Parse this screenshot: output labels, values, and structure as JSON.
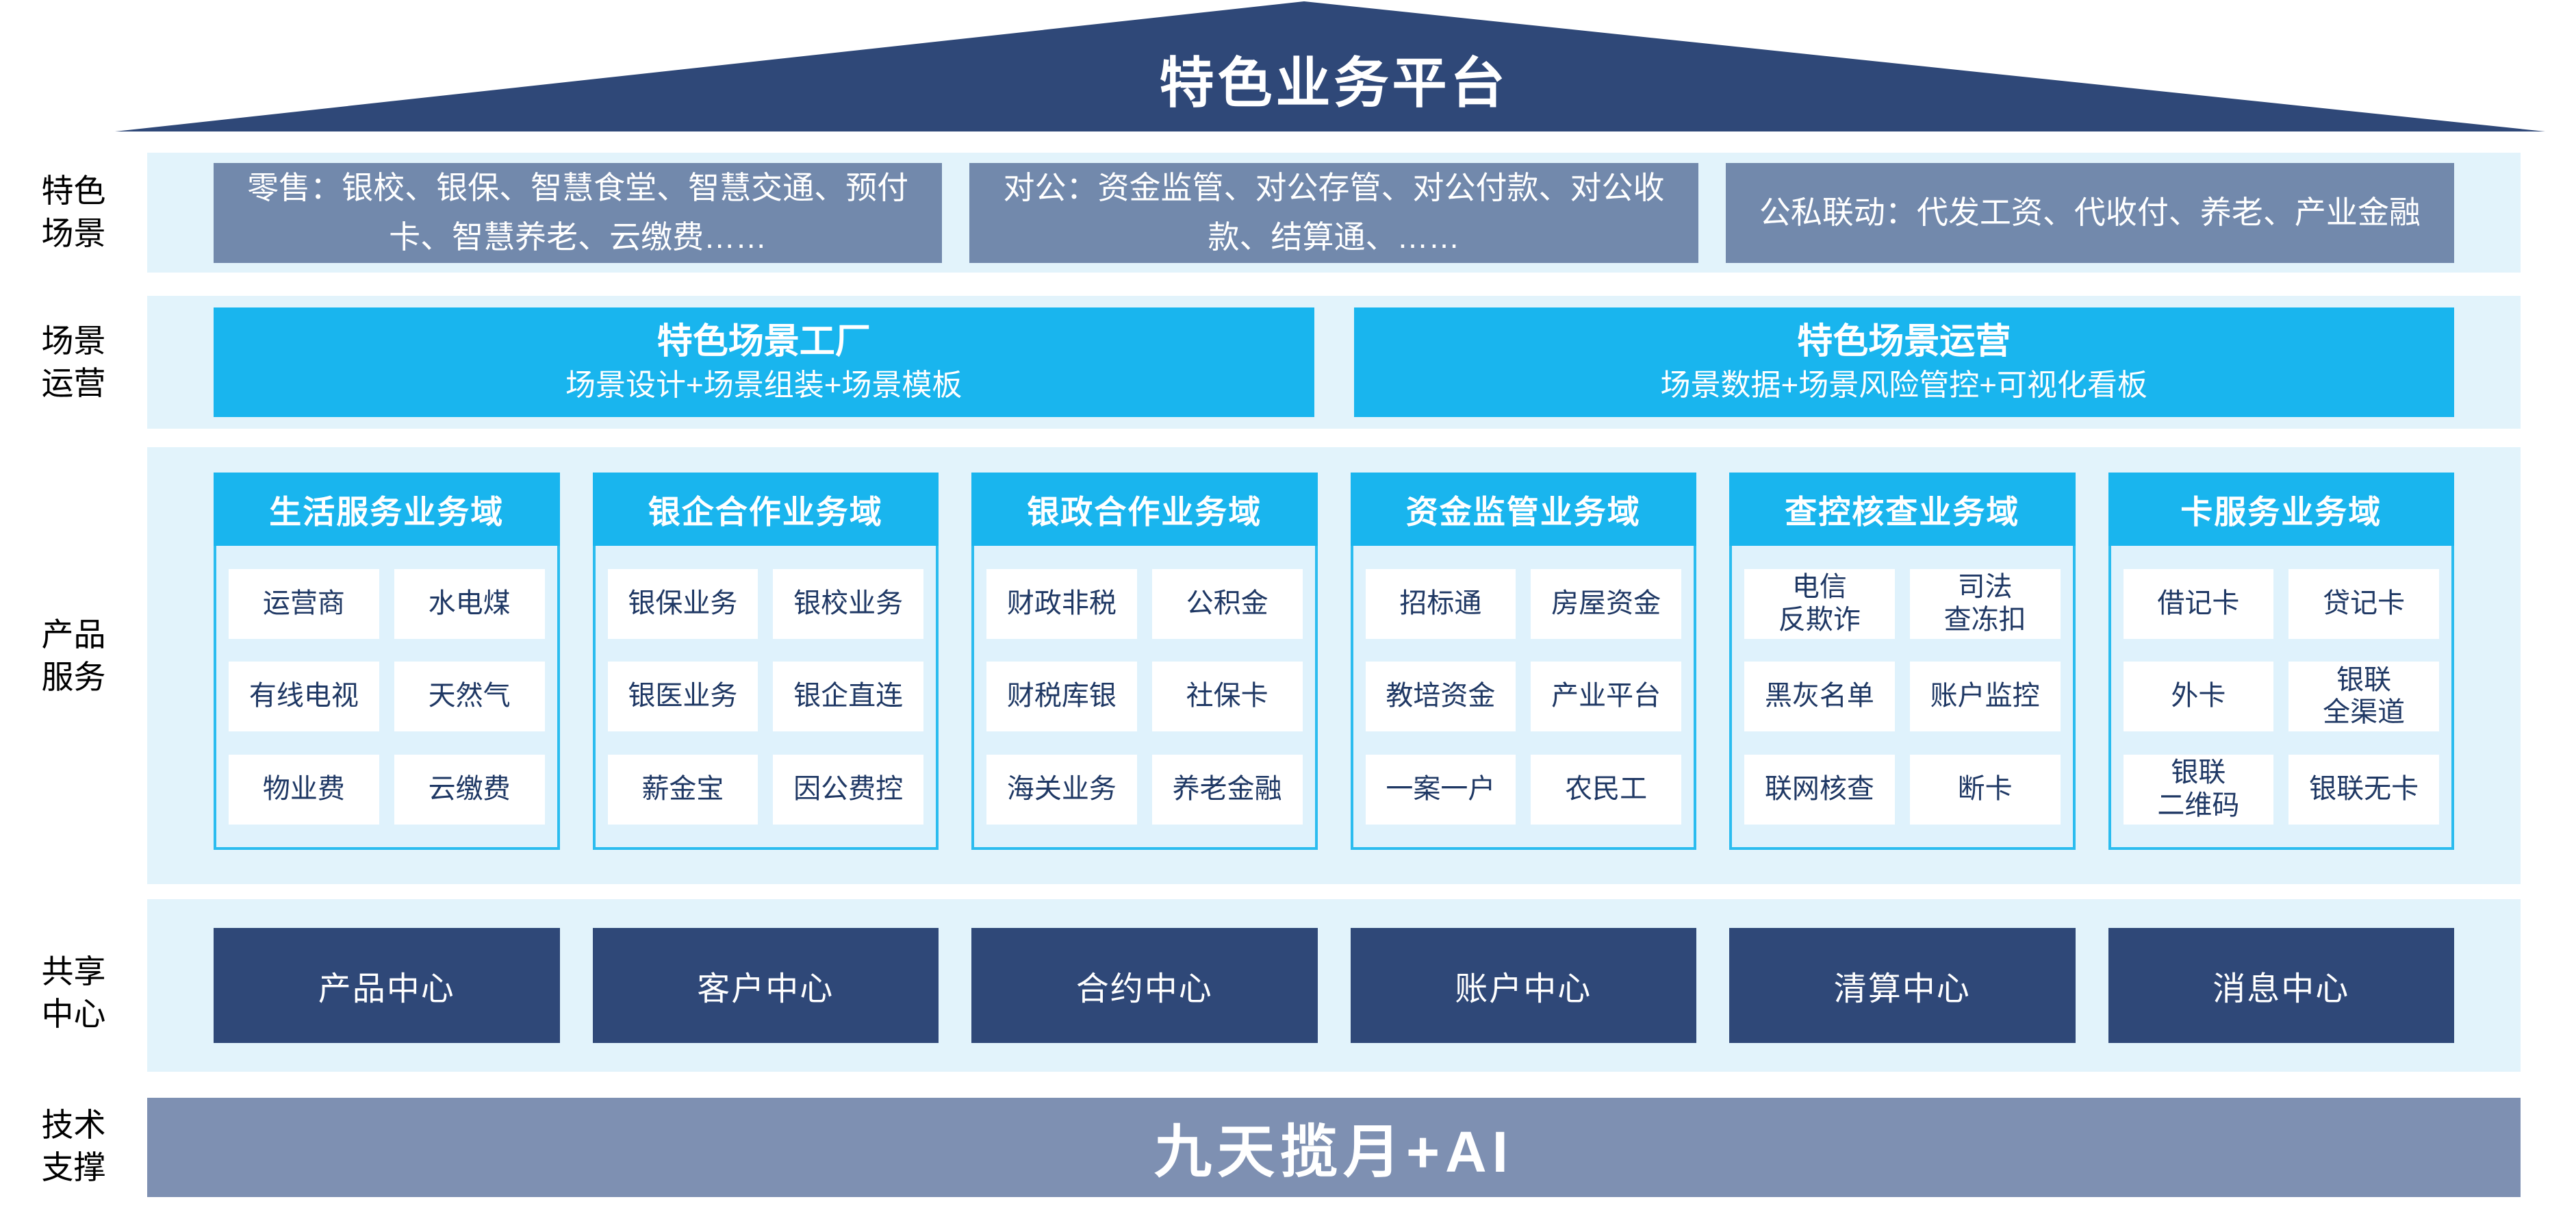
{
  "title": "特色业务平台",
  "colors": {
    "roof_navy": "#2F4878",
    "scenario_gray_blue": "#7289AC",
    "accent_cyan": "#19B5EE",
    "panel_light_blue": "#E2F3FB",
    "domain_body_blue": "#DFF2FC",
    "domain_border_cyan": "#2BBCEF",
    "cell_text_navy": "#1F3864",
    "tech_bar_slate": "#7E90B2"
  },
  "side_labels": {
    "scene": {
      "line1": "特色",
      "line2": "场景"
    },
    "operation": {
      "line1": "场景",
      "line2": "运营"
    },
    "product": {
      "line1": "产品",
      "line2": "服务"
    },
    "share": {
      "line1": "共享",
      "line2": "中心"
    },
    "tech": {
      "line1": "技术",
      "line2": "支撑"
    }
  },
  "scenario_boxes": [
    "零售：银校、银保、智慧食堂、智慧交通、预付卡、智慧养老、云缴费……",
    "对公：资金监管、对公存管、对公付款、对公收款、结算通、……",
    "公私联动：代发工资、代收付、养老、产业金融"
  ],
  "operation_row": [
    {
      "title": "特色场景工厂",
      "subtitle": "场景设计+场景组装+场景模板"
    },
    {
      "title": "特色场景运营",
      "subtitle": "场景数据+场景风险管控+可视化看板"
    }
  ],
  "product_domains": [
    {
      "title": "生活服务业务域",
      "items": [
        "运营商",
        "水电煤",
        "有线电视",
        "天然气",
        "物业费",
        "云缴费"
      ]
    },
    {
      "title": "银企合作业务域",
      "items": [
        "银保业务",
        "银校业务",
        "银医业务",
        "银企直连",
        "薪金宝",
        "因公费控"
      ]
    },
    {
      "title": "银政合作业务域",
      "items": [
        "财政非税",
        "公积金",
        "财税库银",
        "社保卡",
        "海关业务",
        "养老金融"
      ]
    },
    {
      "title": "资金监管业务域",
      "items": [
        "招标通",
        "房屋资金",
        "教培资金",
        "产业平台",
        "一案一户",
        "农民工"
      ]
    },
    {
      "title": "查控核查业务域",
      "items": [
        "电信\n反欺诈",
        "司法\n查冻扣",
        "黑灰名单",
        "账户监控",
        "联网核查",
        "断卡"
      ]
    },
    {
      "title": "卡服务业务域",
      "items": [
        "借记卡",
        "贷记卡",
        "外卡",
        "银联\n全渠道",
        "银联\n二维码",
        "银联无卡"
      ]
    }
  ],
  "share_centers": [
    "产品中心",
    "客户中心",
    "合约中心",
    "账户中心",
    "清算中心",
    "消息中心"
  ],
  "tech_support_label": "九天揽月+AI"
}
